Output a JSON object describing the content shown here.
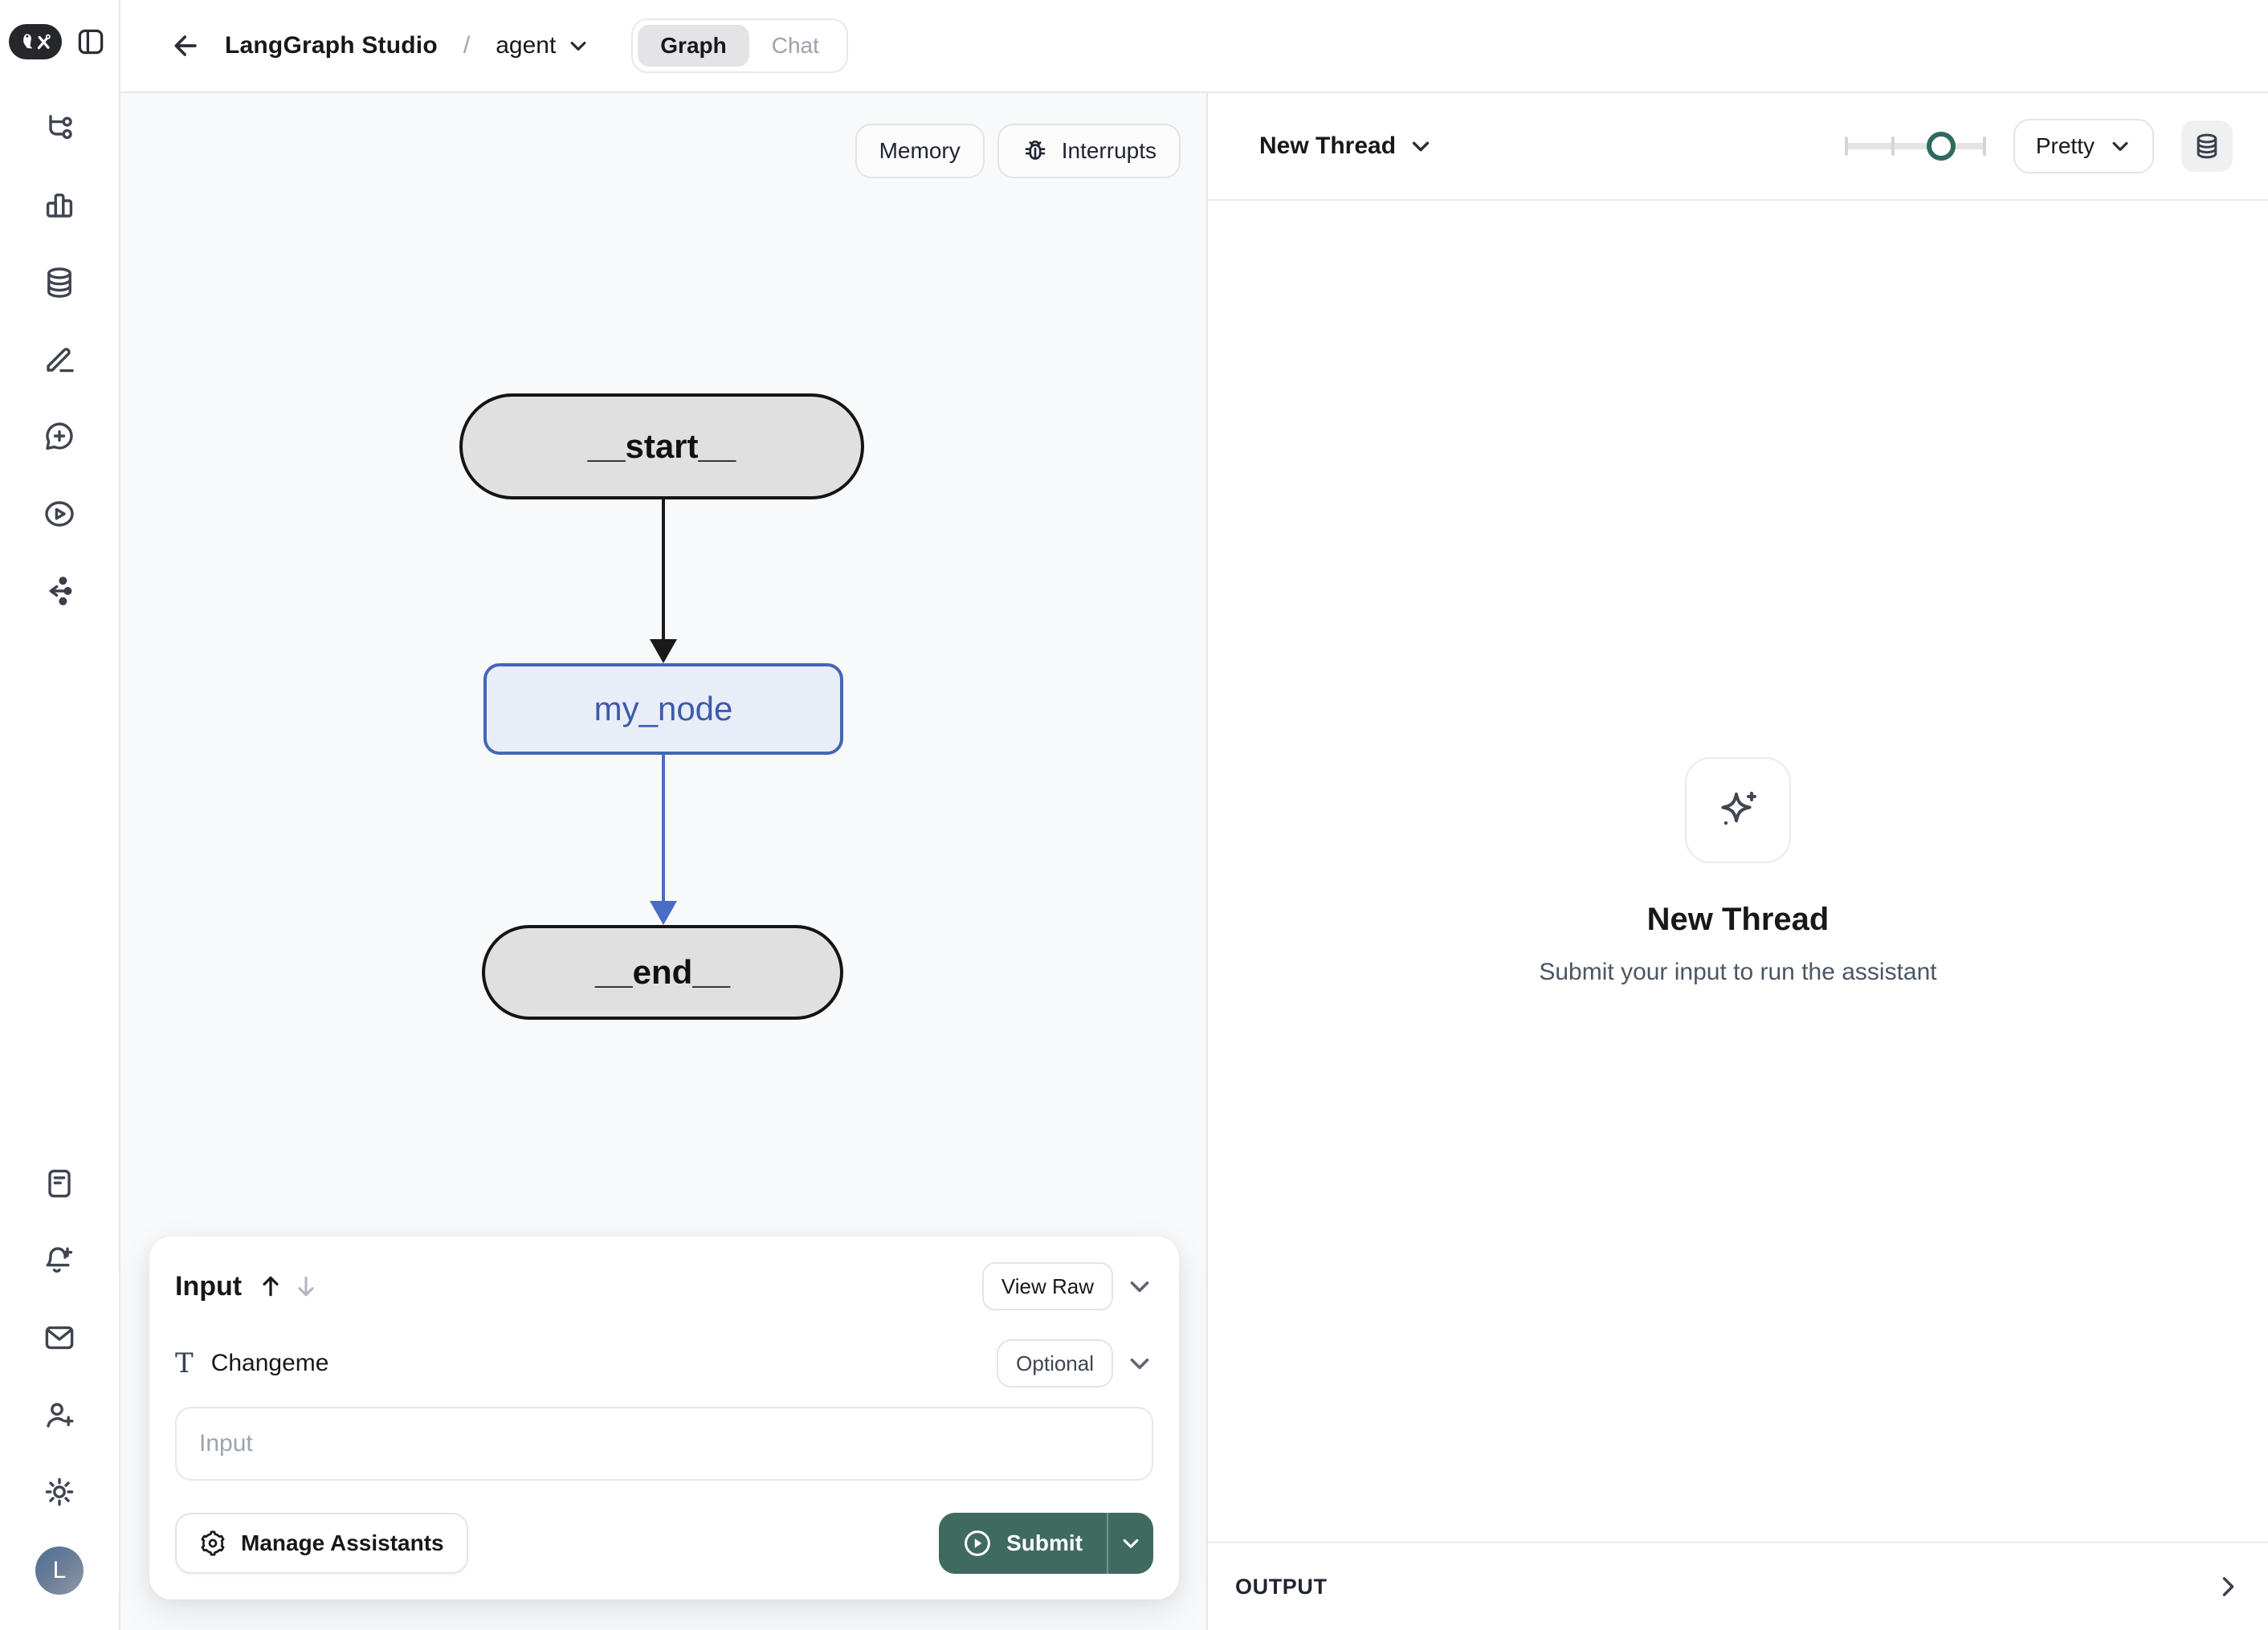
{
  "topbar": {
    "app_title": "LangGraph Studio",
    "breadcrumb_separator": "/",
    "project_name": "agent",
    "tabs": [
      {
        "label": "Graph",
        "active": true
      },
      {
        "label": "Chat",
        "active": false
      }
    ]
  },
  "sidebar": {
    "items": [
      {
        "icon": "trace-tree-icon"
      },
      {
        "icon": "bar-chart-icon"
      },
      {
        "icon": "database-icon"
      },
      {
        "icon": "pencil-line-icon"
      },
      {
        "icon": "message-plus-icon"
      },
      {
        "icon": "play-circle-icon"
      },
      {
        "icon": "graph-nodes-icon",
        "active": true
      },
      {
        "icon": "file-text-icon"
      },
      {
        "icon": "bell-plus-icon"
      },
      {
        "icon": "mail-icon"
      },
      {
        "icon": "user-plus-icon"
      },
      {
        "icon": "sun-icon"
      }
    ],
    "avatar_initial": "L"
  },
  "canvas": {
    "toolbar": {
      "memory_label": "Memory",
      "interrupts_label": "Interrupts"
    },
    "graph": {
      "nodes": [
        {
          "id": "__start__",
          "type": "terminal"
        },
        {
          "id": "my_node",
          "type": "task"
        },
        {
          "id": "__end__",
          "type": "terminal"
        }
      ],
      "edges": [
        {
          "from": "__start__",
          "to": "my_node",
          "color": "#1a1a1a"
        },
        {
          "from": "my_node",
          "to": "__end__",
          "color": "#4a6cc4"
        }
      ]
    },
    "input_panel": {
      "title": "Input",
      "view_raw_label": "View Raw",
      "field": {
        "name": "Changeme",
        "badge": "Optional",
        "placeholder": "Input",
        "value": ""
      },
      "manage_assistants_label": "Manage Assistants",
      "submit_label": "Submit"
    }
  },
  "right_panel": {
    "thread_selector_label": "New Thread",
    "render_mode": "Pretty",
    "zoom_slider_percent": 68,
    "empty_state": {
      "title": "New Thread",
      "subtitle": "Submit your input to run the assistant"
    },
    "output_label": "OUTPUT"
  },
  "colors": {
    "accent_teal": "#3f6a60",
    "slider_ring": "#2e6a60",
    "node_gray_fill": "#e0e0e0",
    "node_blue_fill": "#e9edf8",
    "node_blue_border": "#4466b4",
    "node_blue_text": "#3d5ba9",
    "edge_black": "#1a1a1a",
    "edge_blue": "#4a6cc4",
    "canvas_bg": "#f8f9fa",
    "border_gray": "#e5e7eb",
    "muted_text": "#9ca3af"
  }
}
